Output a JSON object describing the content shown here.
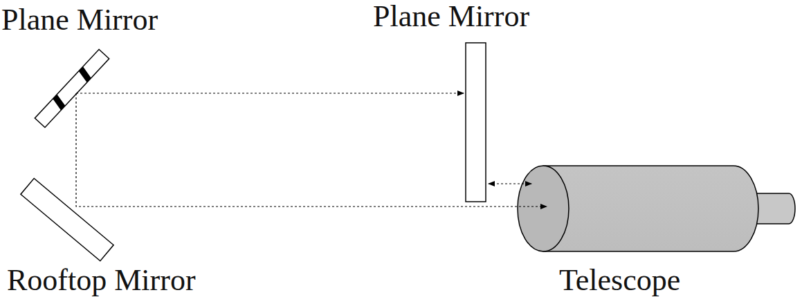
{
  "diagram": {
    "labels": [
      "Plane Mirror",
      "Plane Mirror",
      "Rooftop Mirror",
      "Telescope"
    ]
  }
}
